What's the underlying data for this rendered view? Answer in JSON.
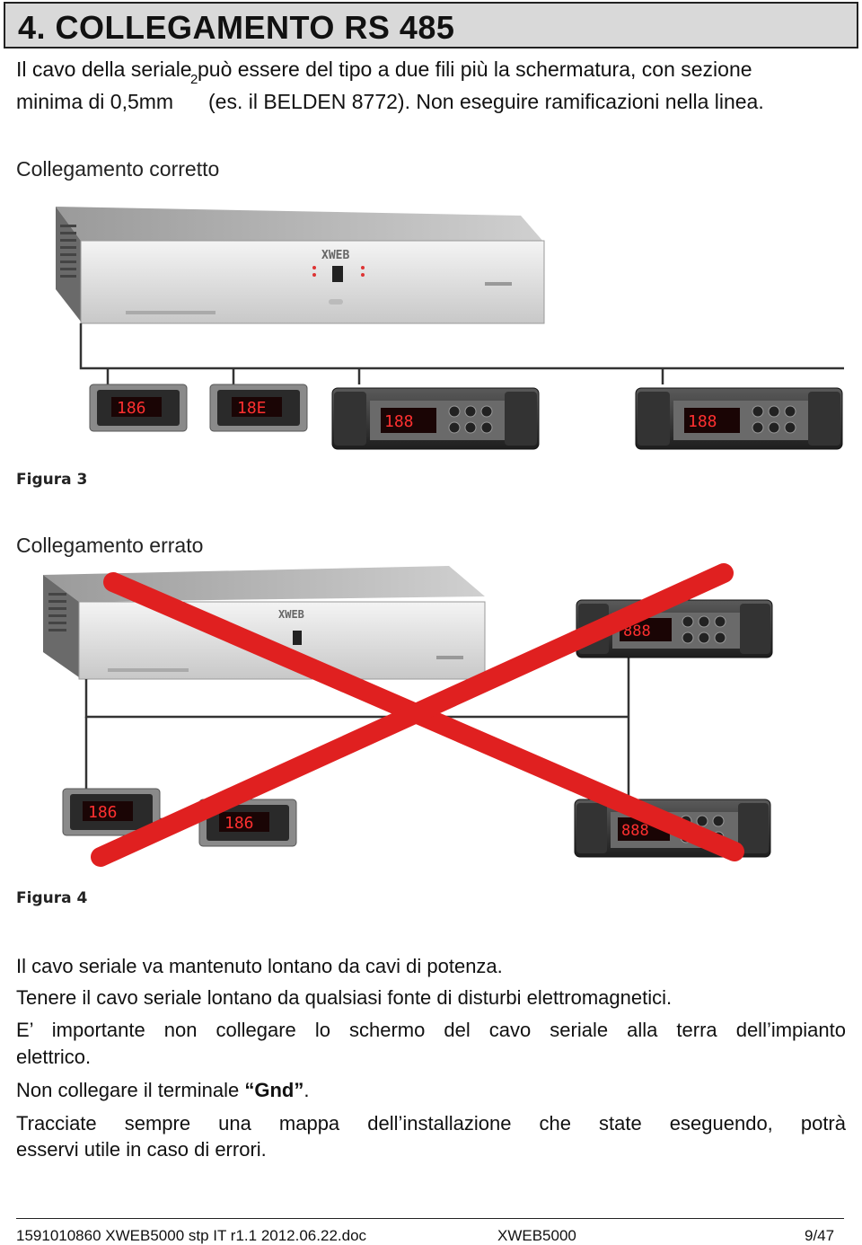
{
  "heading": "4. COLLEGAMENTO RS 485",
  "intro": {
    "line1": "Il cavo della seriale può essere del tipo a due fili più la schermatura, con sezione",
    "line2_a": "minima di 0,5mm",
    "superscript": "2",
    "line2_b": "(es. il BELDEN 8772). Non eseguire ramificazioni nella linea."
  },
  "figure3": {
    "title": "Collegamento corretto",
    "caption": "Figura 3",
    "display_values": [
      "186",
      "18E",
      "188",
      "188"
    ]
  },
  "figure4": {
    "title": "Collegamento errato",
    "caption": "Figura 4",
    "display_values": [
      "186",
      "186",
      "888",
      "888"
    ],
    "cross_color": "#e02020"
  },
  "device_logo": "XWEB",
  "notes": {
    "n1": "Il cavo seriale va mantenuto lontano da cavi di potenza.",
    "n2": "Tenere il cavo seriale lontano da qualsiasi fonte di disturbi elettromagnetici.",
    "n3_line1": "E’ importante non collegare lo schermo del cavo seriale alla terra dell’impianto",
    "n3_line2": "elettrico.",
    "n4_a": "Non collegare il terminale ",
    "n4_bold": "“Gnd”",
    "n4_b": ".",
    "n5_line1": "Tracciate sempre una mappa dell’installazione che state eseguendo, potrà",
    "n5_line2": "esservi utile in caso di errori."
  },
  "footer": {
    "doc_id": "1591010860 XWEB5000 stp IT r1.1 2012.06.22.doc",
    "product": "XWEB5000",
    "page": "9/47"
  }
}
